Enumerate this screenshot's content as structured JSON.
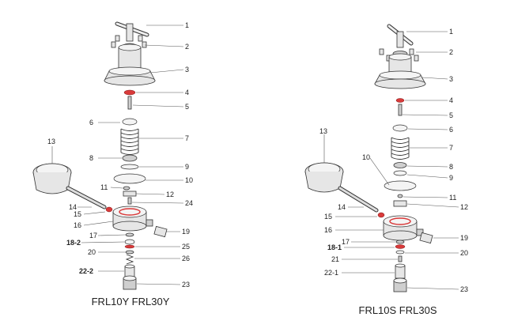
{
  "left": {
    "caption": "FRL10Y FRL30Y",
    "labels": {
      "p1": "1",
      "p2": "2",
      "p3": "3",
      "p4": "4",
      "p5": "5",
      "p6": "6",
      "p7": "7",
      "p8": "8",
      "p9": "9",
      "p10": "10",
      "p11": "11",
      "p12": "12",
      "p13": "13",
      "p14": "14",
      "p15": "15",
      "p16": "16",
      "p17": "17",
      "p18_2": "18-2",
      "p19": "19",
      "p20": "20",
      "p22_2": "22-2",
      "p23": "23",
      "p24": "24",
      "p25": "25",
      "p26": "26"
    }
  },
  "right": {
    "caption": "FRL10S FRL30S",
    "labels": {
      "p1": "1",
      "p2": "2",
      "p3": "3",
      "p4": "4",
      "p5": "5",
      "p6": "6",
      "p7": "7",
      "p8": "8",
      "p9": "9",
      "p10": "10",
      "p11": "11",
      "p12": "12",
      "p13": "13",
      "p14": "14",
      "p15": "15",
      "p16": "16",
      "p17": "17",
      "p18_1": "18-1",
      "p19": "19",
      "p20": "20",
      "p21": "21",
      "p22_1": "22-1",
      "p23": "23"
    }
  },
  "colors": {
    "accent_ring": "#d93a3a",
    "line": "#555555",
    "part_fill": "#e6e6e6"
  }
}
